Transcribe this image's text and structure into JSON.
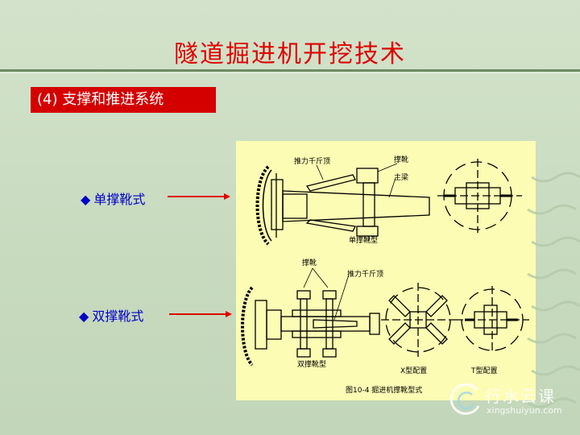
{
  "slide": {
    "title": "隧道掘进机开挖技术",
    "section_label": "(4) 支撑和推进系统"
  },
  "bullets": [
    {
      "marker": "◆",
      "label": "单撑靴式"
    },
    {
      "marker": "◆",
      "label": "双撑靴式"
    }
  ],
  "figure": {
    "top_labels": {
      "thrust_jack": "推力千斤顶",
      "gripper_shoe": "撑靴",
      "main_beam": "主梁",
      "type_caption": "单撑靴型"
    },
    "bottom_labels": {
      "gripper_shoe": "撑靴",
      "thrust_jack": "推力千斤顶",
      "type_caption": "双撑靴型",
      "x_config": "X型配置",
      "t_config": "T型配置"
    },
    "caption": "图10-4  掘进机撑靴型式"
  },
  "watermark": {
    "text": "行水云课",
    "sub": "xingshuiyun.com"
  },
  "colors": {
    "title": "#e00000",
    "label_bg": "#d40000",
    "bullet_text": "#0000c8",
    "arrow": "#e00000",
    "figure_bg": "#fdfcb4"
  }
}
